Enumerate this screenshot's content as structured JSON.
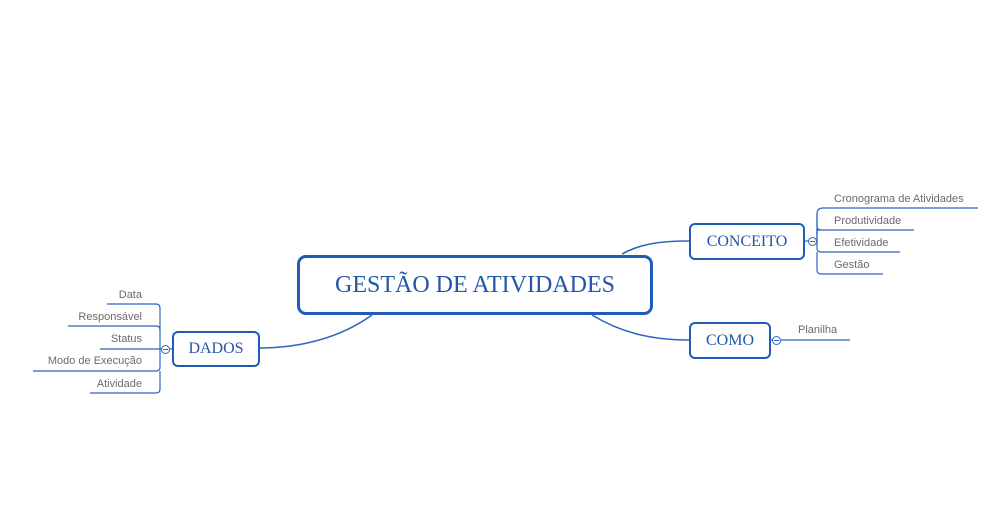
{
  "central": {
    "label": "GESTÃO DE ATIVIDADES"
  },
  "branches": {
    "conceito": {
      "label": "CONCEITO",
      "children": [
        "Cronograma de Atividades",
        "Produtividade",
        "Efetividade",
        "Gestão"
      ]
    },
    "como": {
      "label": "COMO",
      "children": [
        "Planilha"
      ]
    },
    "dados": {
      "label": "DADOS",
      "children": [
        "Data",
        "Responsável",
        "Status",
        "Modo de Execução",
        "Atividade"
      ]
    }
  },
  "colors": {
    "line": "#2c66c2",
    "topic_border": "#1f5cb8",
    "topic_text": "#2356a8",
    "subtopic_text": "#6b6b6b"
  }
}
